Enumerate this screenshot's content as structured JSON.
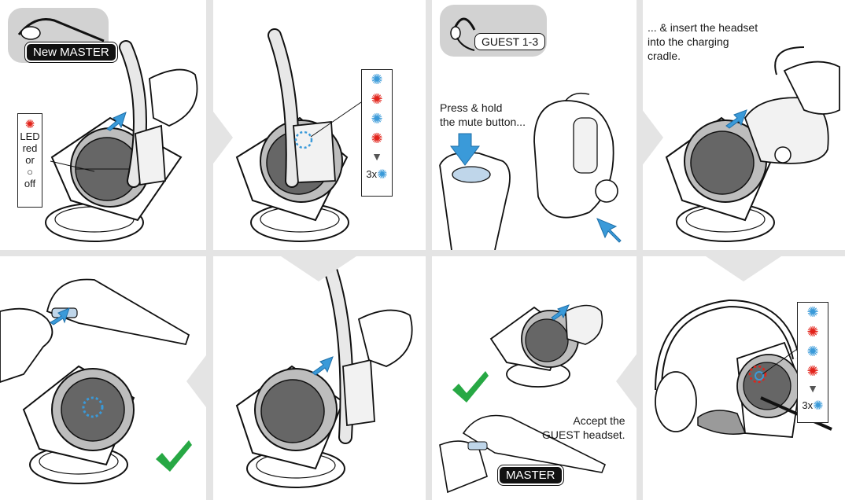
{
  "steps": {
    "p1": {
      "badge": "New MASTER",
      "led": {
        "l1": "LED",
        "l2": "red",
        "l3": "or",
        "l4": "○",
        "l5": "off"
      }
    },
    "p2": {
      "repeat_label": "3x"
    },
    "p3": {
      "badge": "GUEST 1-3",
      "caption_line1": "Press & hold",
      "caption_line2": "the mute button..."
    },
    "p4": {
      "caption_line1": "... & insert the headset",
      "caption_line2": "into the charging",
      "caption_line3": "cradle."
    },
    "p7": {
      "caption_line1": "Accept the",
      "caption_line2": "GUEST headset.",
      "badge": "MASTER"
    },
    "p8": {
      "repeat_label": "3x"
    }
  },
  "colors": {
    "led_blue": "#3a9ad9",
    "led_red": "#e2231a",
    "check_green": "#27a844",
    "background": "#e4e4e4"
  },
  "icons": [
    "led-blink-icon",
    "arrow-down-icon",
    "checkmark-icon",
    "push-arrow-icon"
  ]
}
